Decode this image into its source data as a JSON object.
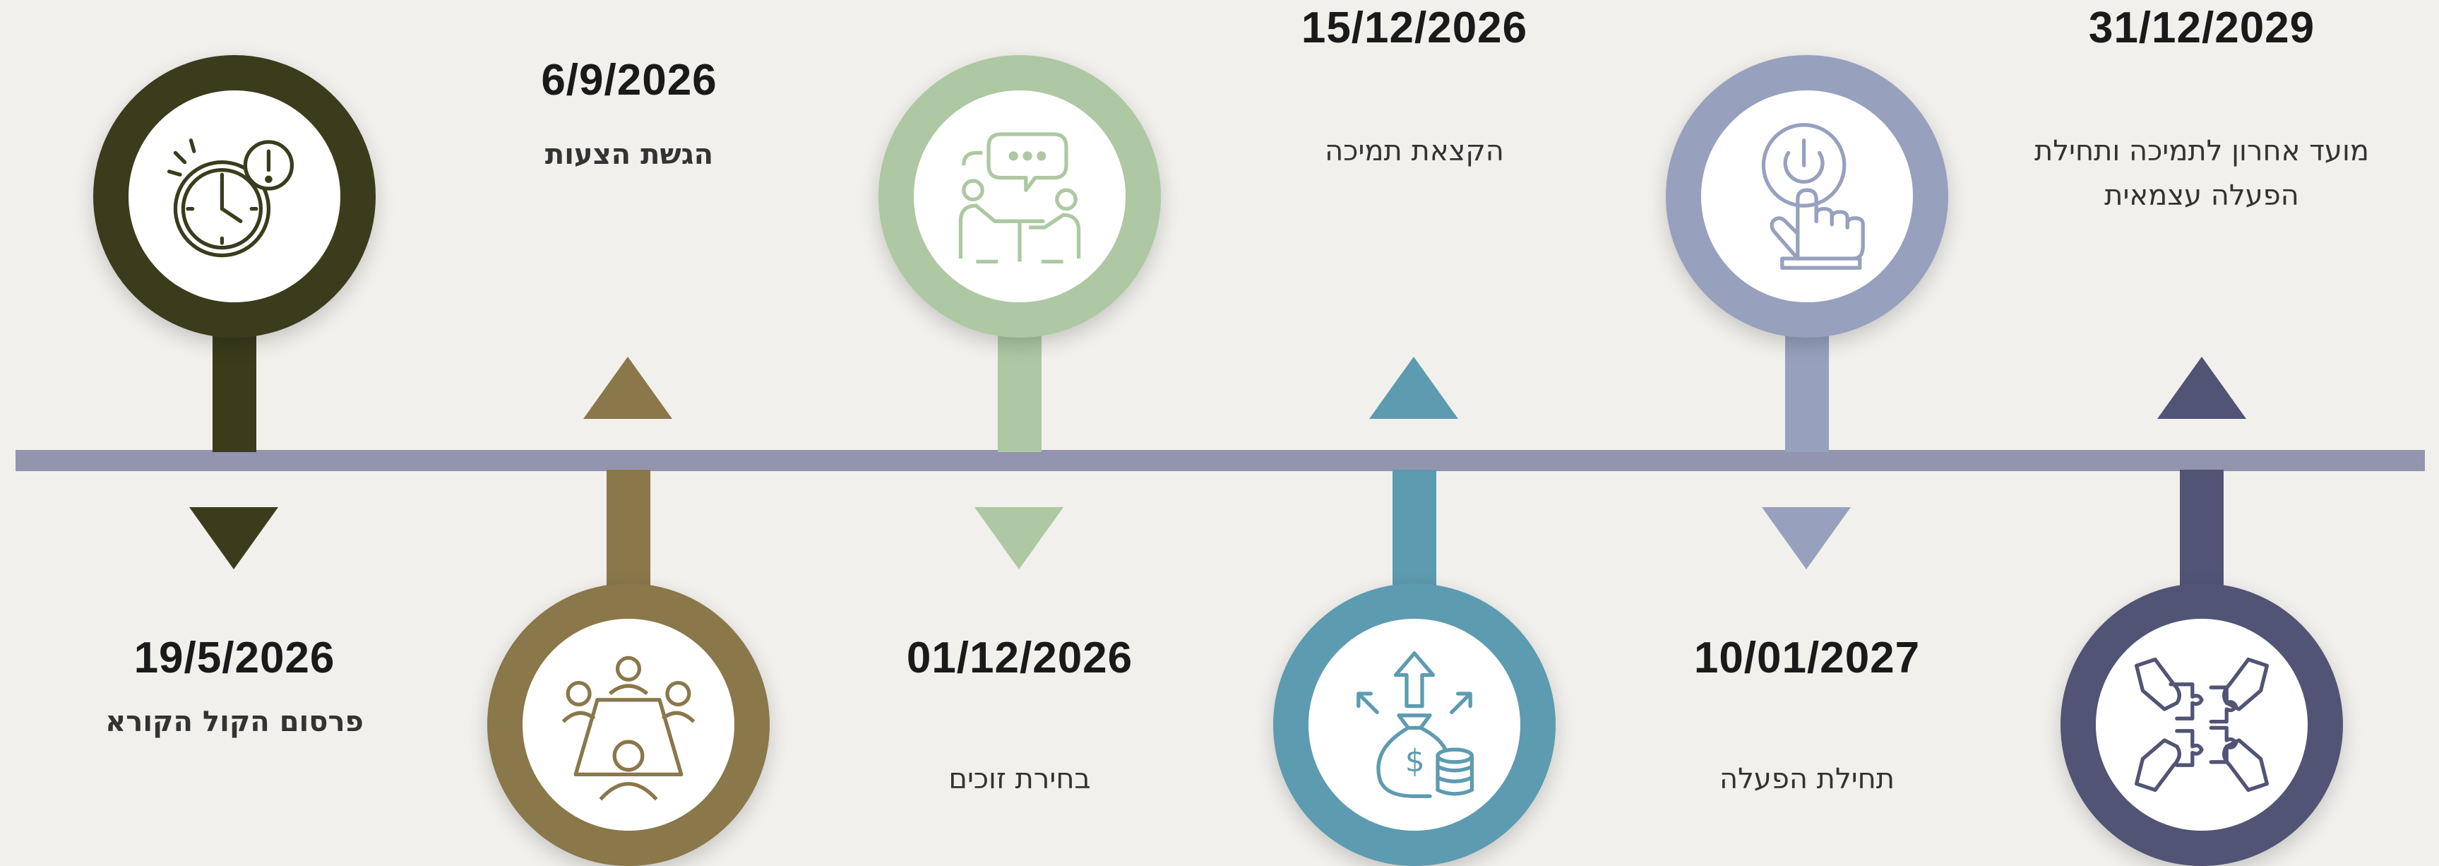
{
  "milestones": [
    {
      "date": "19/5/2026",
      "label": "פרסום הקול הקורא",
      "icon": "clock-alert-icon",
      "color": "#3a3c1c"
    },
    {
      "date": "6/9/2026",
      "label": "הגשת הצעות",
      "icon": "meeting-table-icon",
      "color": "#8a774a"
    },
    {
      "date": "01/12/2026",
      "label": "בחירת זוכים",
      "icon": "conversation-icon",
      "color": "#adc8a3"
    },
    {
      "date": "15/12/2026",
      "label": "הקצאת תמיכה",
      "icon": "money-bag-icon",
      "color": "#5d9bb0"
    },
    {
      "date": "10/01/2027",
      "label": "תחילת הפעלה",
      "icon": "power-button-icon",
      "color": "#97a1be"
    },
    {
      "date": "31/12/2029",
      "label_line1": "מועד אחרון לתמיכה ותחילת",
      "label_line2": "הפעלה עצמאית",
      "icon": "puzzle-hands-icon",
      "color": "#515475"
    }
  ],
  "axis_color": "#9295ad"
}
